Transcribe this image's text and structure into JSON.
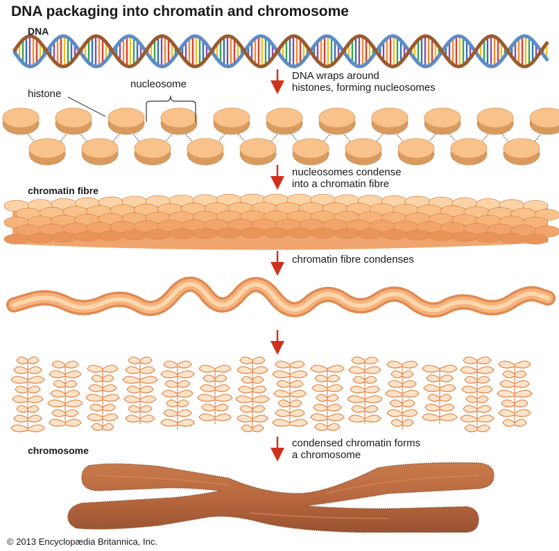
{
  "title": "DNA packaging into chromatin and chromosome",
  "labels": {
    "dna": "DNA",
    "histone": "histone",
    "nucleosome": "nucleosome",
    "chromatin_fibre": "chromatin fibre",
    "chromosome": "chromosome"
  },
  "steps": [
    "DNA wraps around\nhistones, forming nucleosomes",
    "nucleosomes condense\ninto a chromatin fibre",
    "chromatin fibre condenses",
    "",
    "condensed chromatin forms\na chromosome"
  ],
  "credit": "© 2013 Encyclopædia Britannica, Inc.",
  "colors": {
    "dna_backbone_brown": "#9b5a2e",
    "dna_backbone_blue": "#5b8cc8",
    "histone_fill": "#f8c28a",
    "histone_edge": "#d99a5e",
    "fibre_edge": "#e08a52",
    "chromosome": "#b8683f",
    "arrow": "#d0311f"
  }
}
